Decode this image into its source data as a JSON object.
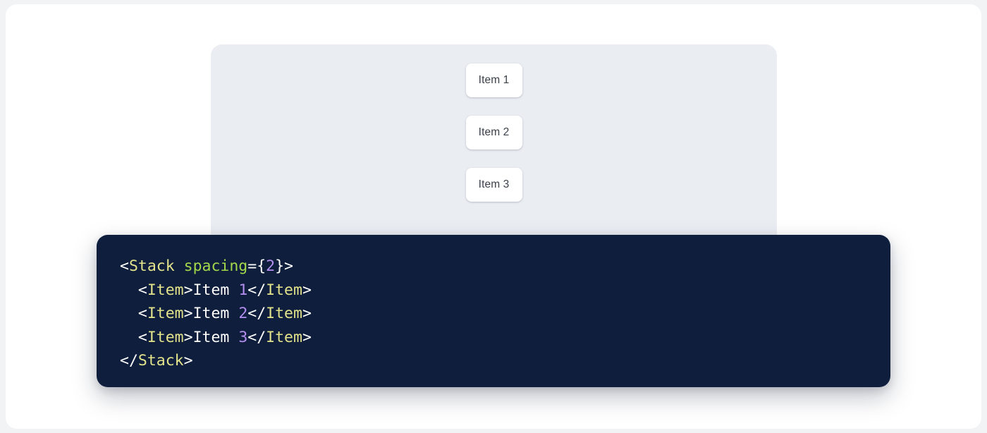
{
  "theme": {
    "page_background": "#f2f3f5",
    "canvas_background": "#ffffff",
    "preview_panel_background": "#eaedf2",
    "item_card_background": "#ffffff",
    "item_card_text_color": "#3b4049",
    "code_card_background": "#0e1e3c",
    "syntax_punct_color": "#ffffff",
    "syntax_tag_color": "#e3e38b",
    "syntax_attr_color": "#a3d84b",
    "syntax_number_color": "#b48ef0",
    "syntax_text_color": "#ffffff"
  },
  "preview": {
    "component_name": "Stack",
    "items": [
      {
        "label": "Item 1"
      },
      {
        "label": "Item 2"
      },
      {
        "label": "Item 3"
      }
    ]
  },
  "code": {
    "language": "jsx",
    "lines": [
      {
        "indent": "",
        "tokens": [
          {
            "type": "punct",
            "text": "<"
          },
          {
            "type": "tag",
            "text": "Stack"
          },
          {
            "type": "punct",
            "text": " "
          },
          {
            "type": "attr",
            "text": "spacing"
          },
          {
            "type": "punct",
            "text": "={"
          },
          {
            "type": "num",
            "text": "2"
          },
          {
            "type": "punct",
            "text": "}>"
          }
        ]
      },
      {
        "indent": "  ",
        "tokens": [
          {
            "type": "punct",
            "text": "<"
          },
          {
            "type": "tag",
            "text": "Item"
          },
          {
            "type": "punct",
            "text": ">"
          },
          {
            "type": "text",
            "text": "Item "
          },
          {
            "type": "num",
            "text": "1"
          },
          {
            "type": "punct",
            "text": "</"
          },
          {
            "type": "tag",
            "text": "Item"
          },
          {
            "type": "punct",
            "text": ">"
          }
        ]
      },
      {
        "indent": "  ",
        "tokens": [
          {
            "type": "punct",
            "text": "<"
          },
          {
            "type": "tag",
            "text": "Item"
          },
          {
            "type": "punct",
            "text": ">"
          },
          {
            "type": "text",
            "text": "Item "
          },
          {
            "type": "num",
            "text": "2"
          },
          {
            "type": "punct",
            "text": "</"
          },
          {
            "type": "tag",
            "text": "Item"
          },
          {
            "type": "punct",
            "text": ">"
          }
        ]
      },
      {
        "indent": "  ",
        "tokens": [
          {
            "type": "punct",
            "text": "<"
          },
          {
            "type": "tag",
            "text": "Item"
          },
          {
            "type": "punct",
            "text": ">"
          },
          {
            "type": "text",
            "text": "Item "
          },
          {
            "type": "num",
            "text": "3"
          },
          {
            "type": "punct",
            "text": "</"
          },
          {
            "type": "tag",
            "text": "Item"
          },
          {
            "type": "punct",
            "text": ">"
          }
        ]
      },
      {
        "indent": "",
        "tokens": [
          {
            "type": "punct",
            "text": "</"
          },
          {
            "type": "tag",
            "text": "Stack"
          },
          {
            "type": "punct",
            "text": ">"
          }
        ]
      }
    ]
  }
}
